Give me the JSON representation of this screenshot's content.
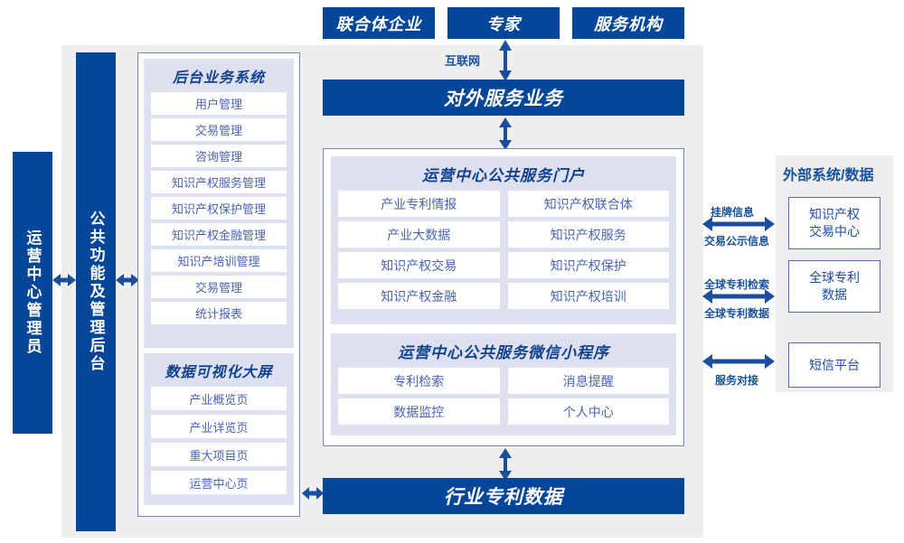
{
  "top_actors": [
    {
      "label": "联合体企业"
    },
    {
      "label": "专家"
    },
    {
      "label": "服务机构"
    }
  ],
  "internet_label": "互联网",
  "external_service_bar": "对外服务业务",
  "left_roles": [
    {
      "label": "运营中心管理员"
    },
    {
      "label": "公共功能及管理后台"
    }
  ],
  "backend_system": {
    "title": "后台业务系统",
    "items": [
      {
        "label": "用户管理"
      },
      {
        "label": "交易管理"
      },
      {
        "label": "咨询管理"
      },
      {
        "label": "知识产权服务管理"
      },
      {
        "label": "知识产权保护管理"
      },
      {
        "label": "知识产权金融管理"
      },
      {
        "label": "知识产培训管理"
      },
      {
        "label": "交易管理"
      },
      {
        "label": "统计报表"
      }
    ]
  },
  "dataviz": {
    "title": "数据可视化大屏",
    "items": [
      {
        "label": "产业概览页"
      },
      {
        "label": "产业详览页"
      },
      {
        "label": "重大项目页"
      },
      {
        "label": "运营中心页"
      }
    ]
  },
  "portal": {
    "title": "运营中心公共服务门户",
    "items": [
      {
        "label": "产业专利情报"
      },
      {
        "label": "知识产权联合体"
      },
      {
        "label": "产业大数据"
      },
      {
        "label": "知识产权服务"
      },
      {
        "label": "知识产权交易"
      },
      {
        "label": "知识产权保护"
      },
      {
        "label": "知识产权金融"
      },
      {
        "label": "知识产权培训"
      }
    ]
  },
  "miniprogram": {
    "title": "运营中心公共服务微信小程序",
    "items": [
      {
        "label": "专利检索"
      },
      {
        "label": "消息提醒"
      },
      {
        "label": "数据监控"
      },
      {
        "label": "个人中心"
      }
    ]
  },
  "bottom_bar": "行业专利数据",
  "external": {
    "title": "外部系统/数据",
    "boxes": [
      {
        "line1": "知识产权",
        "line2": "交易中心"
      },
      {
        "line1": "全球专利",
        "line2": "数据"
      },
      {
        "line1": "短信平台",
        "line2": ""
      }
    ],
    "connectors": [
      {
        "above": "挂牌信息",
        "below": "交易公示信息"
      },
      {
        "above": "全球专利检索",
        "below": "全球专利数据"
      },
      {
        "above": "",
        "below": "服务对接"
      }
    ]
  },
  "colors": {
    "navy": "#04479a",
    "frame_grey": "#eeeeee",
    "panel_border": "#7a85bd",
    "group_bg": "#dde0ef",
    "cell_text": "#4a63b4",
    "title_text": "#11428f",
    "arrow": "#1a4fa0"
  }
}
